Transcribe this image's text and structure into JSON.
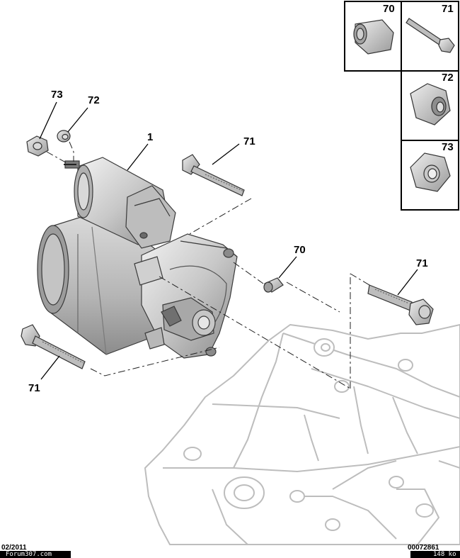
{
  "callouts": {
    "c73": "73",
    "c72": "72",
    "c1": "1",
    "c71_top": "71",
    "c70": "70",
    "c71_right": "71",
    "c71_left": "71"
  },
  "legend": {
    "box70": "70",
    "box71": "71",
    "box72": "72",
    "box73": "73"
  },
  "footer": {
    "date": "02/2011",
    "watermark": "Forum307.com",
    "reference": "00072861",
    "file_size": "148 ko"
  }
}
